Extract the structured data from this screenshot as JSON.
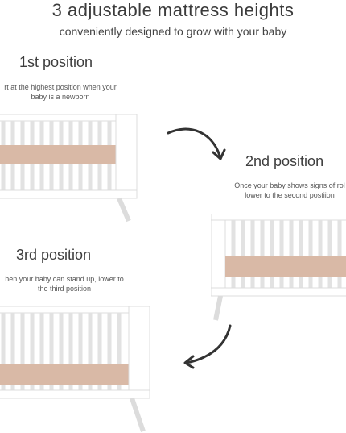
{
  "header": {
    "title": "3 adjustable mattress heights",
    "subtitle": "conveniently designed to grow with your baby"
  },
  "positions": [
    {
      "heading": "1st position",
      "description_line1": "rt at the highest position when your",
      "description_line2": "baby is a newborn"
    },
    {
      "heading": "2nd position",
      "description_line1": "Once your baby shows signs of rol",
      "description_line2": "lower to the second postiion"
    },
    {
      "heading": "3rd position",
      "description_line1": "hen your baby can stand up, lower to",
      "description_line2": "the third position"
    }
  ],
  "colors": {
    "crib_frame": "#ffffff",
    "crib_outline": "#d9d9d9",
    "mattress": "#d9b9a6",
    "arrow": "#333333"
  }
}
